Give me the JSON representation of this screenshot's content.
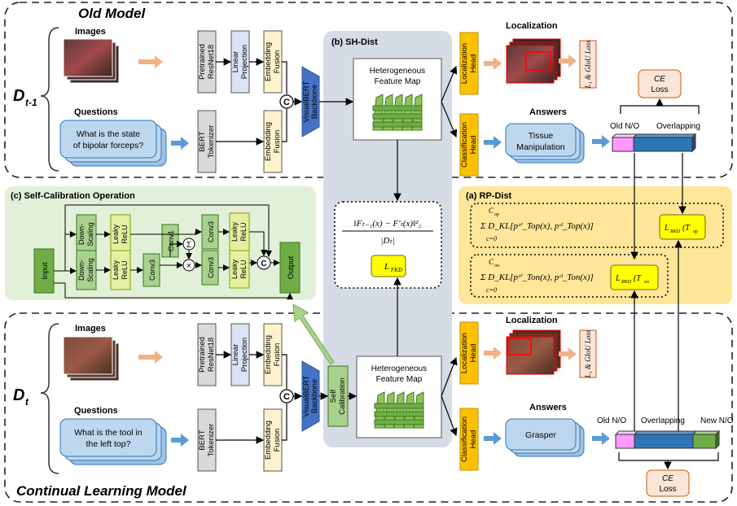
{
  "diagram": {
    "old_model_title": "Old Model",
    "cl_model_title": "Continual Learning Model",
    "d_old_label": "D",
    "d_old_sub": "t-1",
    "d_new_label": "D",
    "d_new_sub": "t",
    "images_label": "Images",
    "questions_label": "Questions",
    "resnet_label_1": "Pretrained",
    "resnet_label_2": "ResNet18",
    "linear_label_1": "Linear",
    "linear_label_2": "Projection",
    "embed_label_1": "Embedding",
    "embed_label_2": "Fusion",
    "bert_label_1": "BERT",
    "bert_label_2": "Tokenizer",
    "concat_symbol": "C",
    "visualbert_label_1": "VisualBERT",
    "visualbert_label_2": "Backbone",
    "self_calib_label_1": "Self",
    "self_calib_label_2": "Calibration",
    "question_old": [
      "What is the state",
      "of bipolar forceps?"
    ],
    "question_new": [
      "What is the tool in",
      "the left top?"
    ],
    "shdist_title": "(b) SH-Dist",
    "hfm_label_1": "Heterogeneous",
    "hfm_label_2": "Feature Map",
    "loc_head_1": "Localization",
    "loc_head_2": "Head",
    "cls_head_1": "Classification",
    "cls_head_2": "Head",
    "localization_label": "Localization",
    "loss_l1_giou": "L₁ & GIoU Loss",
    "answers_label": "Answers",
    "answer_old": [
      "Tissue",
      "Manipulation"
    ],
    "answer_new": "Grasper",
    "old_no": "Old N/O",
    "overlapping": "Overlapping",
    "new_no": "New N/O",
    "ce_loss_1": "CE",
    "ce_loss_2": "Loss",
    "selfcalib_title": "(c) Self-Calibration Operation",
    "sc_input": "Input",
    "sc_output": "Output",
    "sc_down_1": "Down-",
    "sc_down_2": "Scaling",
    "sc_leaky_1": "Leaky",
    "sc_leaky_2": "ReLU",
    "sc_conv1": "Conv1",
    "sc_conv3": "Conv3",
    "sc_sigma": "Σ",
    "sc_mult": "×",
    "fkd_formula_num": "‖Fₜ₋₁(x) − F′ₜ(x)‖²₂",
    "fkd_formula_den": "|Dₜ|",
    "l_fkd": "L",
    "l_fkd_sub": "FKD",
    "rpdist_title": "(a) RP-Dist",
    "rkd_op_formula": "Σ D_KL[pᵒ′_Top(x), pᶜˡ_Top(x)]",
    "rkd_on_formula": "Σ D_KL[pᵒ′_Ton(x), pᶜˡ_Ton(x)]",
    "sum_upper_op": "C",
    "sum_upper_op_sub": "op",
    "sum_upper_on": "C",
    "sum_upper_on_sub": "on",
    "sum_lower": "c=0",
    "l_rkd_op": "L",
    "l_rkd_op_sub": "RKD",
    "l_rkd_op_arg": "(T",
    "l_rkd_op_arg_sub": "op",
    "l_rkd_on_arg_sub": "on"
  },
  "colors": {
    "resnet": "#d9d9d9",
    "linear": "#dae3f3",
    "embed": "#fff2cc",
    "visualbert": "#4472c4",
    "self_calib": "#a9d18e",
    "shdist_panel": "#d6dce5",
    "head": "#ffc000",
    "question_box": "#bdd7ee",
    "ce_loss": "#fbe5d6",
    "selfcalib_panel": "#e2f0d9",
    "sc_green": "#70ad47",
    "sc_leaky": "#e2f0a0",
    "rpdist_panel": "#ffe699",
    "yellow_box": "#ffff00",
    "old_no": "#ff99ff",
    "overlap": "#2e75b6",
    "new_no": "#70ad47",
    "arrow_orange": "#f4b183",
    "arrow_blue": "#5b9bd5"
  }
}
